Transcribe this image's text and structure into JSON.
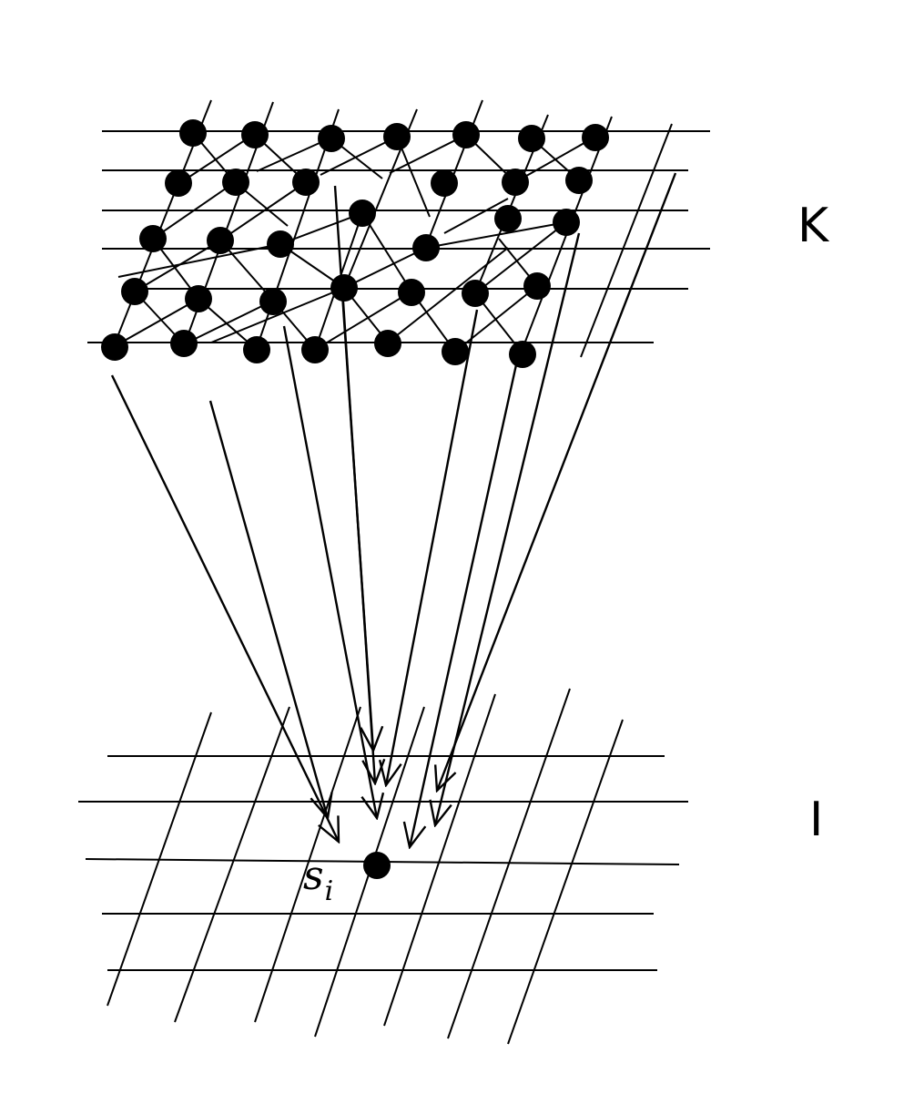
{
  "labels": {
    "upper_grid": "K",
    "lower_grid": "I",
    "point_main": "s",
    "point_sub": "i"
  },
  "colors": {
    "ink": "#000000",
    "background": "#ffffff"
  }
}
